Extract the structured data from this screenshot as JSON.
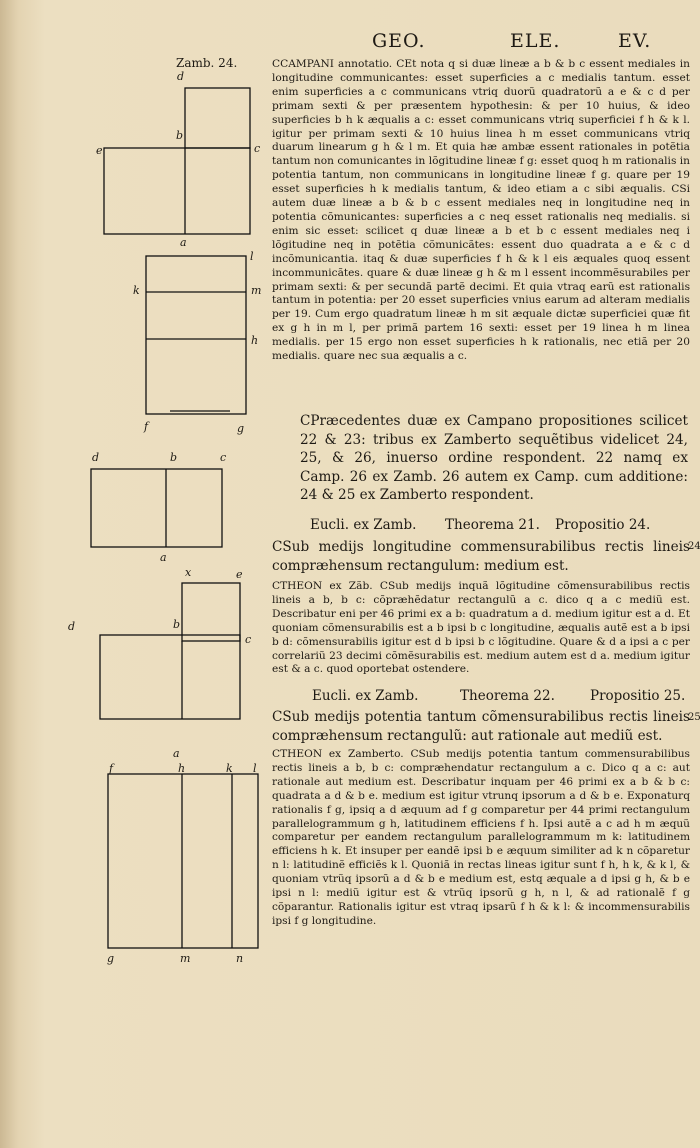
{
  "header": {
    "left": "GEO.",
    "center": "ELE.",
    "right": "EV.",
    "figure_ref": "Zamb. 24."
  },
  "blocks": {
    "campanus": "CCAMPANI annotatio. CEt nota q si duæ lineæ a b & b c essent mediales in longitudine communicantes: esset superficies a c medialis tantum. esset enim superficies a c communicans vtriq duorũ quadratorũ a e & c d per primam sexti & per præsentem hypothesin: & per 10 huius, & ideo superficies b h k æqualis a c: esset communicans vtriq superficiei f h & k l. igitur per primam sexti & 10 huius linea h m esset communicans vtriq duarum linearum g h & l m. Et quia hæ ambæ essent rationales in potẽtia tantum non comunicantes in lõgitudine lineæ f g: esset quoq h m rationalis in potentia tantum, non communicans in longitudine lineæ f g. quare per 19 esset superficies h k medialis tantum, & ideo etiam a c sibi æqualis. CSi autem duæ lineæ a b & b c essent mediales neq in longitudine neq in potentia cõmunicantes: superficies a c neq esset rationalis neq medialis. si enim sic esset: scilicet q duæ lineæ a b et b c essent mediales neq i lõgitudine neq in potẽtia cõmunicãtes: essent duo quadrata a e & c d incõmunicantia. itaq & duæ superficies f h & k l eis æquales quoq essent incommunicãtes. quare & duæ lineæ g h & m l essent incommẽsurabiles per primam sexti: & per secundã partẽ decimi. Et quia vtraq earũ est rationalis tantum in potentia: per 20 esset superficies vnius earum ad alteram medialis per 19. Cum ergo quadratum lineæ h m sit æquale dictæ superficiei quæ fit ex g h in m l, per primã partem 16 sexti: esset per 19 linea h m linea medialis. per 15 ergo non esset superficies h k rationalis, nec etiã per 20 medialis. quare nec sua æqualis a c.",
    "concordance": "CPræcedentes duæ ex Campano propositiones scilicet 22 & 23: tribus ex Zamberto sequẽtibus videlicet 24, 25, & 26, inuerso ordine respondent. 22 namq ex Camp. 26 ex Zamb. 26 autem ex Camp. cum additione: 24 & 25 ex Zamberto respondent.",
    "heading1": {
      "left": "Eucli. ex Zamb.",
      "mid": "Theorema 21.",
      "right": "Propositio 24."
    },
    "enunciation1": "CSub medijs longitudine commensurabilibus rectis lineis compræhensum rectangulum: medium est.",
    "theon1": "CTHEON ex Zãb. CSub medijs inquã lõgitudine cõmensurabilibus rectis lineis a b, b c: cõpræhẽdatur rectangulũ a c. dico q a c mediũ est. Describatur eni per 46 primi ex a b: quadratum a d. medium igitur est a d. Et quoniam cõmensurabilis est a b ipsi b c longitudine, æqualis autẽ est a b ipsi b d: cõmensurabilis igitur est d b ipsi b c lõgitudine. Quare & d a ipsi a c per correlariũ 23 decimi cõmẽsurabilis est. medium autem est d a. medium igitur est & a c. quod oportebat ostendere.",
    "heading2": {
      "left": "Eucli. ex Zamb.",
      "mid": "Theorema 22.",
      "right": "Propositio 25."
    },
    "enunciation2": "CSub medijs potentia tantum cõmensurabilibus rectis lineis compræhensum rectangulũ: aut rationale aut mediũ est.",
    "theon2": "CTHEON ex Zamberto. CSub medijs potentia tantum commensurabilibus rectis lineis a b, b c: compræhendatur rectangulum a c. Dico q a c: aut rationale aut medium est. Describatur inquam per 46 primi ex a b & b c: quadrata a d & b e. medium est igitur vtrunq ipsorum a d & b e. Exponaturq rationalis f g, ipsiq a d æquum ad f g comparetur per 44 primi rectangulum parallelogrammum g h, latitudinem efficiens f h. Ipsi autẽ a c ad h m æquũ comparetur per eandem rectangulum parallelogrammum m k: latitudinem efficiens h k. Et insuper per eandẽ ipsi b e æquum similiter ad k n cõparetur n l: latitudinẽ efficiẽs k l. Quoniã in rectas lineas igitur sunt f h, h k, & k l, & quoniam vtrũq ipsorũ a d & b e medium est, estq æquale a d ipsi g h, & b e ipsi n l: mediũ igitur est & vtrũq ipsorũ g h, n l, & ad rationalẽ f g cõparantur. Rationalis igitur est vtraq ipsarũ f h & k l: & incommensurabilis ipsi f g longitudine."
  },
  "margin_notes": {
    "note1": "24",
    "note2": "25"
  },
  "figure_labels": {
    "f1": [
      "d",
      "b",
      "c",
      "e",
      "a"
    ],
    "f2": [
      "l",
      "k",
      "m",
      "h",
      "f",
      "g"
    ],
    "f3": [
      "d",
      "b",
      "c",
      "a"
    ],
    "f4": [
      "x",
      "e",
      "d",
      "b",
      "c",
      "a"
    ],
    "f5": [
      "f",
      "h",
      "k",
      "l",
      "g",
      "m",
      "n"
    ]
  }
}
